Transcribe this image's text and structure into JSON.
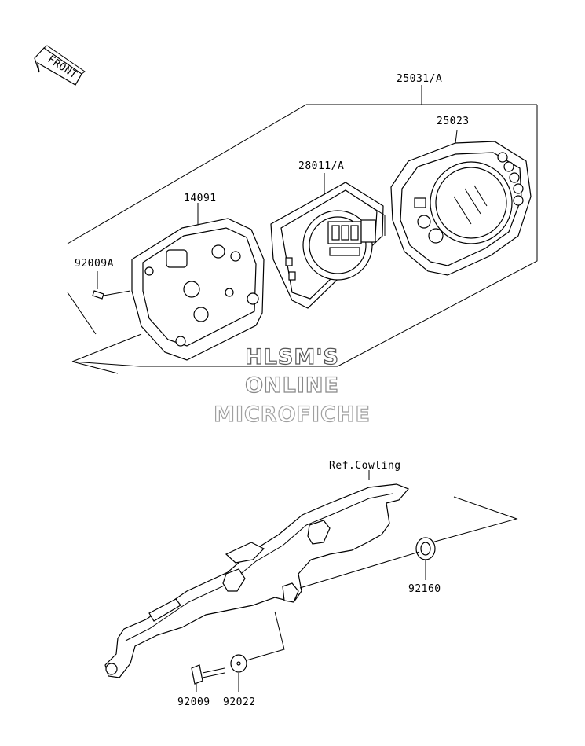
{
  "front_label": "FRONT",
  "watermark": {
    "line1": "HLSM'S",
    "line2": "ONLINE",
    "line3": "MICROFICHE"
  },
  "parts": {
    "p25031A": "25031/A",
    "p25023": "25023",
    "p28011A": "28011/A",
    "p14091": "14091",
    "p92009A": "92009A",
    "ref_cowling": "Ref.Cowling",
    "p92160": "92160",
    "p92009": "92009",
    "p92022": "92022"
  },
  "colors": {
    "line": "#000000",
    "watermark_stroke": "#555555",
    "watermark_light": "#888888",
    "watermark_lighter": "#a0a0a0"
  }
}
